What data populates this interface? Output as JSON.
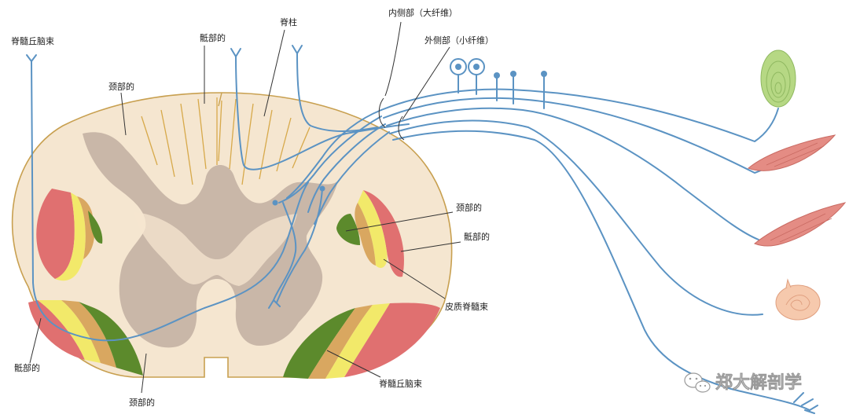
{
  "labels": {
    "spinothalamic_top": "脊髓丘脑束",
    "sacral_top": "骶部的",
    "dorsal_column": "脊柱",
    "medial_division": "内侧部（大纤维）",
    "lateral_division": "外侧部（小纤维）",
    "cervical_top": "颈部的",
    "cervical_right": "颈部的",
    "sacral_right": "骶部的",
    "corticospinal": "皮质脊髓束",
    "spinothalamic_bottom": "脊髓丘脑束",
    "sacral_bottom_left": "骶部的",
    "cervical_bottom": "颈部的"
  },
  "watermark": {
    "text": "郑大解剖学",
    "icon": "wechat-icon"
  },
  "colors": {
    "white_matter": "#f5e6d0",
    "gray_matter": "#c9b7a8",
    "outline": "#c8a050",
    "fasciculus_lines": "#d7a94a",
    "nerve": "#5b93c3",
    "band_red": "#e07070",
    "band_yellow": "#f2e96a",
    "band_tan": "#d9a760",
    "band_green": "#5c8a2c",
    "receptor_green": "#b6d884",
    "muscle_red": "#e48c84",
    "receptor_pink": "#f6c9ad"
  }
}
